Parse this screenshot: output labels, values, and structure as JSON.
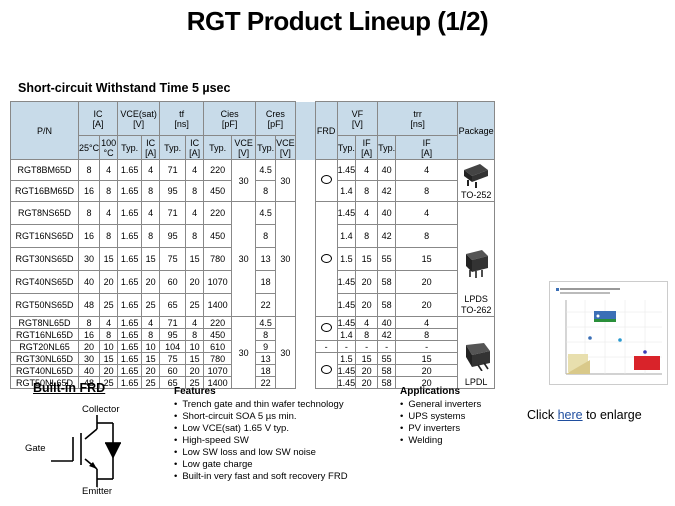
{
  "title": "RGT Product Lineup (1/2)",
  "subtitle": "Short-circuit Withstand Time 5 µsec",
  "headers": {
    "pn": "P/N",
    "ic": "IC",
    "ic_unit": "[A]",
    "vce": "VCE(sat)",
    "vce_unit": "[V]",
    "tf": "tf",
    "tf_unit": "[ns]",
    "cies": "Cies",
    "cies_unit": "[pF]",
    "cres": "Cres",
    "cres_unit": "[pF]",
    "frd": "FRD",
    "vf": "VF",
    "vf_unit": "[V]",
    "trr": "trr",
    "trr_unit": "[ns]",
    "package": "Package",
    "ic25": "25°C",
    "ic100a": "100",
    "ic100b": "°C",
    "typ": "Typ.",
    "ic_sub": "IC",
    "a_unit": "[A]",
    "vce_sub": "VCE",
    "v_unit": "[V]",
    "if_sub": "IF"
  },
  "group1": {
    "cies": "30",
    "cres": "30",
    "package": "TO-252",
    "rows": [
      {
        "pn": "RGT8BM65D",
        "ic25": "8",
        "ic100": "4",
        "vce": "1.65",
        "ic": "4",
        "tf": "71",
        "ic2": "4",
        "cies": "220",
        "cres": "4.5",
        "vf": "1.45",
        "if": "4",
        "trr": "40",
        "if2": "4"
      },
      {
        "pn": "RGT16BM65D",
        "ic25": "16",
        "ic100": "8",
        "vce": "1.65",
        "ic": "8",
        "tf": "95",
        "ic2": "8",
        "cies": "450",
        "cres": "8",
        "vf": "1.4",
        "if": "8",
        "trr": "42",
        "if2": "8"
      }
    ]
  },
  "group2": {
    "cies": "30",
    "cres": "30",
    "package_a": "LPDS",
    "package_b": "TO-262",
    "rows": [
      {
        "pn": "RGT8NS65D",
        "ic25": "8",
        "ic100": "4",
        "vce": "1.65",
        "ic": "4",
        "tf": "71",
        "ic2": "4",
        "cies": "220",
        "cres": "4.5",
        "vf": "1.45",
        "if": "4",
        "trr": "40",
        "if2": "4"
      },
      {
        "pn": "RGT16NS65D",
        "ic25": "16",
        "ic100": "8",
        "vce": "1.65",
        "ic": "8",
        "tf": "95",
        "ic2": "8",
        "cies": "450",
        "cres": "8",
        "vf": "1.4",
        "if": "8",
        "trr": "42",
        "if2": "8"
      },
      {
        "pn": "RGT30NS65D",
        "ic25": "30",
        "ic100": "15",
        "vce": "1.65",
        "ic": "15",
        "tf": "75",
        "ic2": "15",
        "cies": "780",
        "cres": "13",
        "vf": "1.5",
        "if": "15",
        "trr": "55",
        "if2": "15"
      },
      {
        "pn": "RGT40NS65D",
        "ic25": "40",
        "ic100": "20",
        "vce": "1.65",
        "ic": "20",
        "tf": "60",
        "ic2": "20",
        "cies": "1070",
        "cres": "18",
        "vf": "1.45",
        "if": "20",
        "trr": "58",
        "if2": "20"
      },
      {
        "pn": "RGT50NS65D",
        "ic25": "48",
        "ic100": "25",
        "vce": "1.65",
        "ic": "25",
        "tf": "65",
        "ic2": "25",
        "cies": "1400",
        "cres": "22",
        "vf": "1.45",
        "if": "20",
        "trr": "58",
        "if2": "20"
      }
    ]
  },
  "group3": {
    "cies": "30",
    "cres": "30",
    "package": "LPDL",
    "rows": [
      {
        "pn": "RGT8NL65D",
        "ic25": "8",
        "ic100": "4",
        "vce": "1.65",
        "ic": "4",
        "tf": "71",
        "ic2": "4",
        "cies": "220",
        "cres": "4.5",
        "vf": "1.45",
        "if": "4",
        "trr": "40",
        "if2": "4"
      },
      {
        "pn": "RGT16NL65D",
        "ic25": "16",
        "ic100": "8",
        "vce": "1.65",
        "ic": "8",
        "tf": "95",
        "ic2": "8",
        "cies": "450",
        "cres": "8",
        "vf": "1.4",
        "if": "8",
        "trr": "42",
        "if2": "8"
      },
      {
        "pn": "RGT20NL65",
        "ic25": "20",
        "ic100": "10",
        "vce": "1.65",
        "ic": "10",
        "tf": "104",
        "ic2": "10",
        "cies": "610",
        "cres": "9",
        "frd": "-",
        "vf": "-",
        "if": "-",
        "trr": "-",
        "if2": "-"
      },
      {
        "pn": "RGT30NL65D",
        "ic25": "30",
        "ic100": "15",
        "vce": "1.65",
        "ic": "15",
        "tf": "75",
        "ic2": "15",
        "cies": "780",
        "cres": "13",
        "vf": "1.5",
        "if": "15",
        "trr": "55",
        "if2": "15"
      },
      {
        "pn": "RGT40NL65D",
        "ic25": "40",
        "ic100": "20",
        "vce": "1.65",
        "ic": "20",
        "tf": "60",
        "ic2": "20",
        "cies": "1070",
        "cres": "18",
        "vf": "1.45",
        "if": "20",
        "trr": "58",
        "if2": "20"
      },
      {
        "pn": "RGT50NL65D",
        "ic25": "48",
        "ic100": "25",
        "vce": "1.65",
        "ic": "25",
        "tf": "65",
        "ic2": "25",
        "cies": "1400",
        "cres": "22",
        "vf": "1.45",
        "if": "20",
        "trr": "58",
        "if2": "20"
      }
    ]
  },
  "frd": {
    "title": "Built-in FRD",
    "collector": "Collector",
    "gate": "Gate",
    "emitter": "Emitter"
  },
  "features": {
    "title": "Features",
    "items": [
      "Trench gate and thin  wafer technology",
      "Short-circuit SOA 5 µs min.",
      "Low VCE(sat) 1.65 V typ.",
      "High-speed SW",
      "Low SW loss and low SW noise",
      "Low gate charge",
      "Built-in  very fast and soft recovery FRD"
    ]
  },
  "applications": {
    "title": "Applications",
    "items": [
      "General inverters",
      "UPS  systems",
      "PV inverters",
      "Welding"
    ]
  },
  "click": {
    "pre": "Click ",
    "link": "here",
    "post": " to enlarge"
  },
  "colors": {
    "header_bg": "#c8dbe9",
    "link": "#1f4e9f"
  }
}
